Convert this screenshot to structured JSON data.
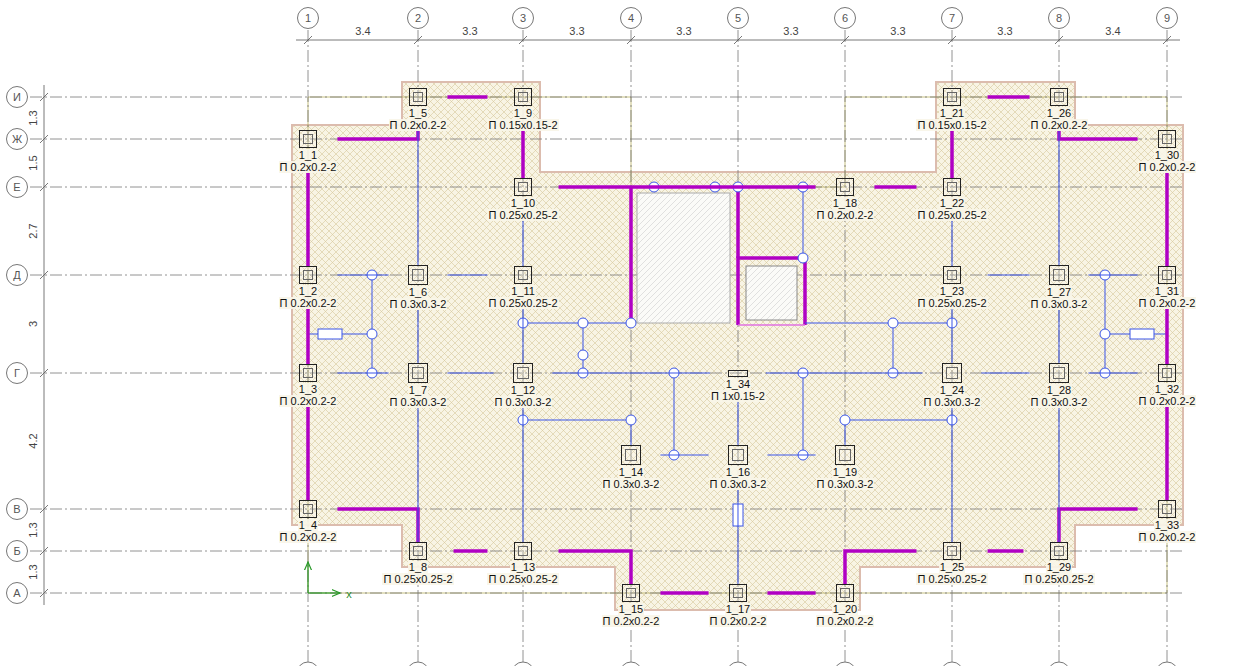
{
  "diagram": {
    "nodes": [
      {
        "text": [
          "1"
        ]
      },
      {
        "text": [
          "2"
        ]
      },
      {
        "text": [
          "3"
        ]
      },
      {
        "text": [
          "4"
        ]
      },
      {
        "text": [
          "5"
        ]
      },
      {
        "text": [
          "6"
        ]
      },
      {
        "text": [
          "7"
        ]
      },
      {
        "text": [
          "8"
        ]
      },
      {
        "text": [
          "9"
        ]
      },
      {
        "text": [
          "И"
        ]
      },
      {
        "text": [
          "Ж"
        ]
      },
      {
        "text": [
          "Е"
        ]
      },
      {
        "text": [
          "Д"
        ]
      },
      {
        "text": [
          "Г"
        ]
      },
      {
        "text": [
          "В"
        ]
      },
      {
        "text": [
          "Б"
        ]
      },
      {
        "text": [
          "А"
        ]
      },
      {
        "text": [
          "1_1",
          "П 0.2x0.2-2"
        ]
      },
      {
        "text": [
          "1_2",
          "П 0.2x0.2-2"
        ]
      },
      {
        "text": [
          "1_3",
          "П 0.2x0.2-2"
        ]
      },
      {
        "text": [
          "1_4",
          "П 0.2x0.2-2"
        ]
      },
      {
        "text": [
          "1_5",
          "П 0.2x0.2-2"
        ]
      },
      {
        "text": [
          "1_6",
          "П 0.3x0.3-2"
        ]
      },
      {
        "text": [
          "1_7",
          "П 0.3x0.3-2"
        ]
      },
      {
        "text": [
          "1_8",
          "П 0.25x0.25-2"
        ]
      },
      {
        "text": [
          "1_9",
          "П 0.15x0.15-2"
        ]
      },
      {
        "text": [
          "1_10",
          "П 0.25x0.25-2"
        ]
      },
      {
        "text": [
          "1_11",
          "П 0.25x0.25-2"
        ]
      },
      {
        "text": [
          "1_12",
          "П 0.3x0.3-2"
        ]
      },
      {
        "text": [
          "1_13",
          "П 0.25x0.25-2"
        ]
      },
      {
        "text": [
          "1_14",
          "П 0.3x0.3-2"
        ]
      },
      {
        "text": [
          "1_15",
          "П 0.2x0.2-2"
        ]
      },
      {
        "text": [
          "1_16",
          "П 0.3x0.3-2"
        ]
      },
      {
        "text": [
          "1_17",
          "П 0.2x0.2-2"
        ]
      },
      {
        "text": [
          "1_18",
          "П 0.2x0.2-2"
        ]
      },
      {
        "text": [
          "1_19",
          "П 0.3x0.3-2"
        ]
      },
      {
        "text": [
          "1_20",
          "П 0.2x0.2-2"
        ]
      },
      {
        "text": [
          "1_21",
          "П 0.15x0.15-2"
        ]
      },
      {
        "text": [
          "1_22",
          "П 0.25x0.25-2"
        ]
      },
      {
        "text": [
          "1_23",
          "П 0.25x0.25-2"
        ]
      },
      {
        "text": [
          "1_24",
          "П 0.3x0.3-2"
        ]
      },
      {
        "text": [
          "1_25",
          "П 0.25x0.25-2"
        ]
      },
      {
        "text": [
          "1_26",
          "П 0.2x0.2-2"
        ]
      },
      {
        "text": [
          "1_27",
          "П 0.3x0.3-2"
        ]
      },
      {
        "text": [
          "1_28",
          "П 0.3x0.3-2"
        ]
      },
      {
        "text": [
          "1_29",
          "П 0.25x0.25-2"
        ]
      },
      {
        "text": [
          "1_30",
          "П 0.2x0.2-2"
        ]
      },
      {
        "text": [
          "1_31",
          "П 0.2x0.2-2"
        ]
      },
      {
        "text": [
          "1_32",
          "П 0.2x0.2-2"
        ]
      },
      {
        "text": [
          "1_33",
          "П 0.2x0.2-2"
        ]
      },
      {
        "text": [
          "1_34",
          "П 1x0.15-2"
        ]
      }
    ],
    "edges": [
      {
        "from": 17,
        "to": 21,
        "arrow": "none"
      },
      {
        "from": 21,
        "to": 25,
        "arrow": "none"
      },
      {
        "from": 25,
        "to": 26,
        "arrow": "none"
      },
      {
        "from": 26,
        "to": 34,
        "arrow": "none"
      },
      {
        "from": 34,
        "to": 38,
        "arrow": "none"
      },
      {
        "from": 37,
        "to": 38,
        "arrow": "none"
      },
      {
        "from": 37,
        "to": 42,
        "arrow": "none"
      },
      {
        "from": 42,
        "to": 46,
        "arrow": "none"
      },
      {
        "from": 17,
        "to": 18,
        "arrow": "none"
      },
      {
        "from": 18,
        "to": 19,
        "arrow": "none"
      },
      {
        "from": 19,
        "to": 20,
        "arrow": "none"
      },
      {
        "from": 46,
        "to": 47,
        "arrow": "none"
      },
      {
        "from": 47,
        "to": 48,
        "arrow": "none"
      },
      {
        "from": 48,
        "to": 49,
        "arrow": "none"
      },
      {
        "from": 20,
        "to": 24,
        "arrow": "none"
      },
      {
        "from": 24,
        "to": 29,
        "arrow": "none"
      },
      {
        "from": 29,
        "to": 31,
        "arrow": "none"
      },
      {
        "from": 31,
        "to": 33,
        "arrow": "none"
      },
      {
        "from": 33,
        "to": 36,
        "arrow": "none"
      },
      {
        "from": 36,
        "to": 41,
        "arrow": "none"
      },
      {
        "from": 41,
        "to": 45,
        "arrow": "none"
      },
      {
        "from": 45,
        "to": 49,
        "arrow": "none"
      },
      {
        "from": 18,
        "to": 22,
        "arrow": "none"
      },
      {
        "from": 22,
        "to": 27,
        "arrow": "none"
      },
      {
        "from": 39,
        "to": 43,
        "arrow": "none"
      },
      {
        "from": 43,
        "to": 47,
        "arrow": "none"
      },
      {
        "from": 19,
        "to": 23,
        "arrow": "none"
      },
      {
        "from": 23,
        "to": 28,
        "arrow": "none"
      },
      {
        "from": 28,
        "to": 50,
        "arrow": "none"
      },
      {
        "from": 50,
        "to": 40,
        "arrow": "none"
      },
      {
        "from": 40,
        "to": 44,
        "arrow": "none"
      },
      {
        "from": 44,
        "to": 48,
        "arrow": "none"
      },
      {
        "from": 21,
        "to": 22,
        "arrow": "none"
      },
      {
        "from": 22,
        "to": 23,
        "arrow": "none"
      },
      {
        "from": 23,
        "to": 24,
        "arrow": "none"
      },
      {
        "from": 42,
        "to": 43,
        "arrow": "none"
      },
      {
        "from": 43,
        "to": 44,
        "arrow": "none"
      },
      {
        "from": 44,
        "to": 45,
        "arrow": "none"
      },
      {
        "from": 26,
        "to": 27,
        "arrow": "none"
      },
      {
        "from": 27,
        "to": 28,
        "arrow": "none"
      },
      {
        "from": 28,
        "to": 29,
        "arrow": "none"
      },
      {
        "from": 38,
        "to": 39,
        "arrow": "none"
      },
      {
        "from": 39,
        "to": 40,
        "arrow": "none"
      },
      {
        "from": 40,
        "to": 41,
        "arrow": "none"
      },
      {
        "from": 30,
        "to": 32,
        "arrow": "none"
      },
      {
        "from": 32,
        "to": 35,
        "arrow": "none"
      },
      {
        "from": 50,
        "to": 32,
        "arrow": "none"
      },
      {
        "from": 32,
        "to": 33,
        "arrow": "none"
      }
    ],
    "labels": [
      "3.4",
      "3.3",
      "3.3",
      "3.3",
      "3.3",
      "3.3",
      "3.3",
      "3.4",
      "1.3",
      "1.5",
      "2.7",
      "3",
      "4.2",
      "1.3",
      "1.3",
      "x"
    ]
  }
}
